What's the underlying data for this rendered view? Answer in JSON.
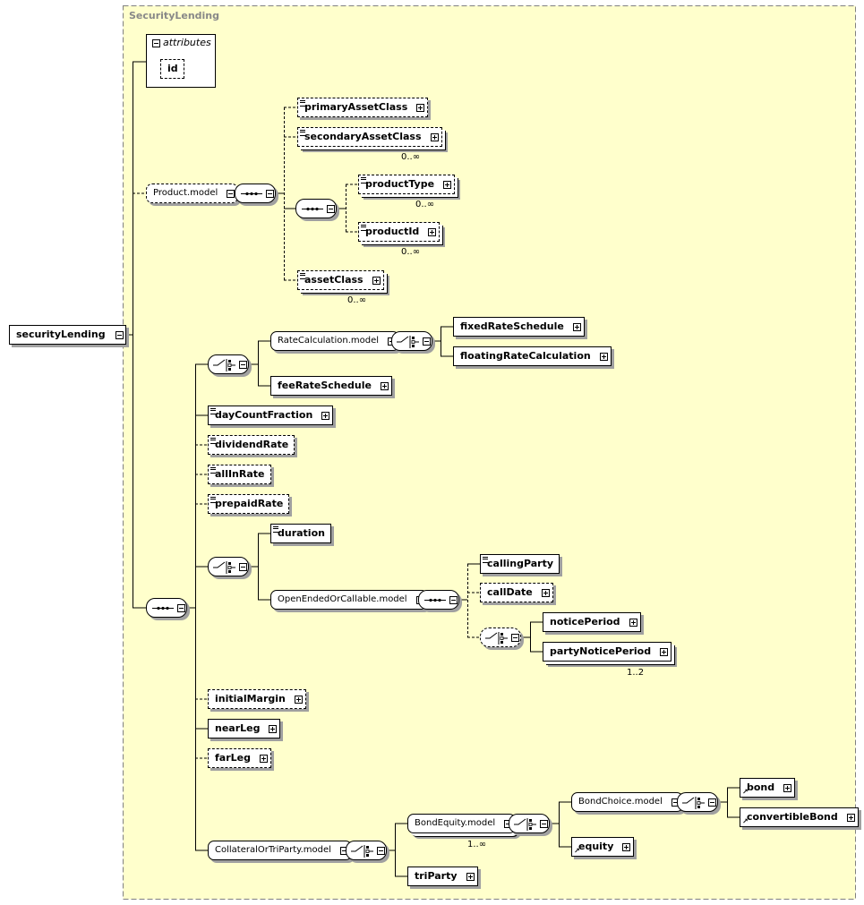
{
  "diagram": {
    "group_title": "SecurityLending",
    "attributes_title": "attributes",
    "colors": {
      "group_fill": "#ffffcc",
      "group_border": "#808080",
      "shadow": "#a0a0a0"
    },
    "nodes": {
      "root": "securityLending",
      "id": "id",
      "product_model": "Product.model",
      "primaryAssetClass": "primaryAssetClass",
      "secondaryAssetClass": "secondaryAssetClass",
      "productType": "productType",
      "productId": "productId",
      "assetClass": "assetClass",
      "rateCalculation_model": "RateCalculation.model",
      "fixedRateSchedule": "fixedRateSchedule",
      "floatingRateCalculation": "floatingRateCalculation",
      "feeRateSchedule": "feeRateSchedule",
      "dayCountFraction": "dayCountFraction",
      "dividendRate": "dividendRate",
      "allInRate": "allInRate",
      "prepaidRate": "prepaidRate",
      "duration": "duration",
      "openEndedOrCallable_model": "OpenEndedOrCallable.model",
      "callingParty": "callingParty",
      "callDate": "callDate",
      "noticePeriod": "noticePeriod",
      "partyNoticePeriod": "partyNoticePeriod",
      "initialMargin": "initialMargin",
      "nearLeg": "nearLeg",
      "farLeg": "farLeg",
      "collateralOrTriParty_model": "CollateralOrTriParty.model",
      "bondEquity_model": "BondEquity.model",
      "bondChoice_model": "BondChoice.model",
      "bond": "bond",
      "convertibleBond": "convertibleBond",
      "equity": "equity",
      "triParty": "triParty"
    },
    "cardinality": {
      "secondaryAssetClass": "0..∞",
      "productType": "0..∞",
      "productId": "0..∞",
      "assetClass": "0..∞",
      "partyNoticePeriod": "1..2",
      "bondEquity_model": "1..∞"
    }
  }
}
